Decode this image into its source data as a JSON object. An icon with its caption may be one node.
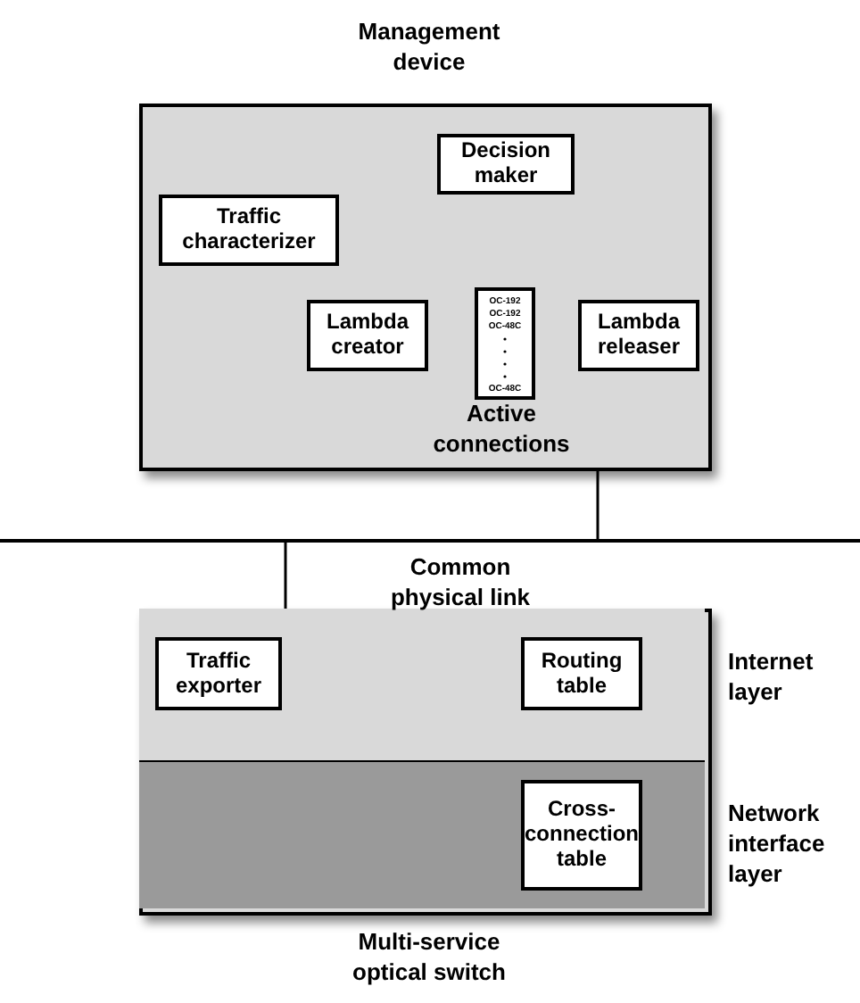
{
  "diagram": {
    "nodes": [
      {
        "text": [
          "Management device"
        ]
      },
      {
        "text": [
          "Decision maker"
        ],
        "in": 0
      },
      {
        "text": [
          "Traffic characterizer"
        ],
        "in": 0
      },
      {
        "text": [
          "Lambda creator"
        ],
        "in": 0
      },
      {
        "text": [
          "OC-192",
          "OC-192",
          "OC-48C",
          "OC-48C"
        ],
        "in": 0,
        "beside": [
          "Active connections"
        ]
      },
      {
        "text": [
          "Lambda releaser"
        ],
        "in": 0
      },
      {
        "text": [],
        "shape": "bar",
        "beside": [
          "Common physical link"
        ]
      },
      {
        "text": [
          "Multi-service optical switch"
        ]
      },
      {
        "text": [],
        "in": 7,
        "shape": "box",
        "beside": [
          "Internet layer"
        ]
      },
      {
        "text": [
          "Traffic exporter"
        ],
        "in": 8
      },
      {
        "text": [
          "Routing table"
        ],
        "in": 8
      },
      {
        "text": [],
        "in": 7,
        "shape": "box",
        "beside": [
          "Network interface layer"
        ]
      },
      {
        "text": [
          "Cross-connection table"
        ],
        "in": 11
      }
    ],
    "edges": [
      {
        "from": 0,
        "to": 6,
        "arrow": "none"
      },
      {
        "from": 6,
        "to": 7,
        "arrow": "none"
      }
    ]
  }
}
